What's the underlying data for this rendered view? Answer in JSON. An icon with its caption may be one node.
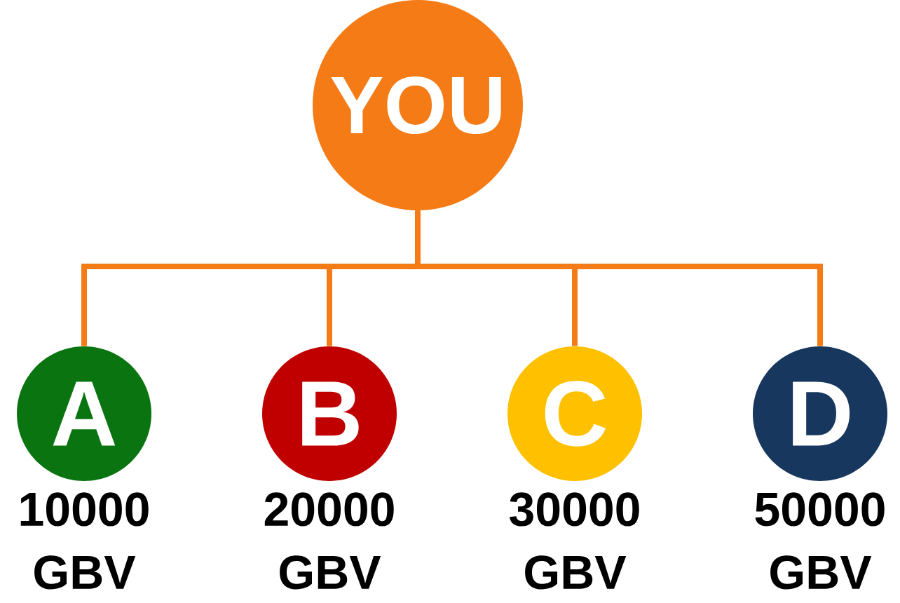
{
  "diagram": {
    "nodes": [
      {
        "text": [
          "YOU"
        ]
      },
      {
        "text": [
          "A"
        ],
        "beside": [
          "10000 GBV"
        ]
      },
      {
        "text": [
          "B"
        ],
        "beside": [
          "20000 GBV"
        ]
      },
      {
        "text": [
          "C"
        ],
        "beside": [
          "30000 GBV"
        ]
      },
      {
        "text": [
          "D"
        ],
        "beside": [
          "50000 GBV"
        ]
      }
    ],
    "edges": [
      {
        "from": 0,
        "to": 1,
        "arrow": "none"
      },
      {
        "from": 0,
        "to": 2,
        "arrow": "none"
      },
      {
        "from": 0,
        "to": 3,
        "arrow": "none"
      },
      {
        "from": 0,
        "to": 4,
        "arrow": "none"
      }
    ]
  }
}
